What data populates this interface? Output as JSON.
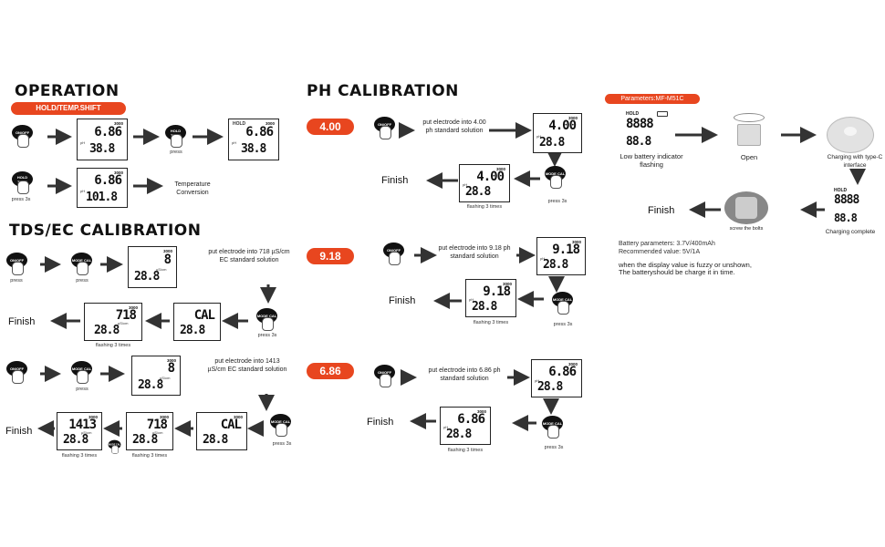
{
  "sections": {
    "operation": {
      "title": "OPERATION",
      "badge": "HOLD/TEMP.SHIFT"
    },
    "tds": {
      "title": "TDS/EC CALIBRATION"
    },
    "ph": {
      "title": "PH CALIBRATION",
      "steps": [
        "4.00",
        "9.18",
        "6.86"
      ]
    },
    "params": {
      "badge": "Parameters:MF-M51C"
    }
  },
  "buttons": {
    "onoff": "ON/OFF",
    "hold": "HOLD TEMP",
    "mode": "MODE CAL"
  },
  "text": {
    "press": "press",
    "press3s": "press 3s",
    "temp_conv": "Temperature Conversion",
    "flashing": "flashing 3 times",
    "finish": "Finish",
    "tds_718": "put electrode into 718 µS/cm EC standard solution",
    "tds_1413": "put electrode into 1413 µS/cm EC standard solution",
    "ph_400": "put electrode into 4.00 ph standard solution",
    "ph_918": "put electrode into 9.18 ph standard solution",
    "ph_686": "put electrode into 6.86 ph standard solution",
    "low_battery": "Low battery indicator flashing",
    "open": "Open",
    "charging": "Charging with type-C interface",
    "screw": "screw the bolts",
    "charging_complete": "Charging complete",
    "battery_params": "Battery parameters: 3.7V/400mAh",
    "recommended": "Recommended value: 5V/1A",
    "note_line1": "when the display value is fuzzy or unshown,",
    "note_line2": "The batteryshould be charge it in time."
  },
  "lcd": {
    "hold": "HOLD",
    "num3000": "3000",
    "ph": "pH",
    "us": "µS/cm",
    "v686": "6.86",
    "v388": "38.8",
    "v1018": "101.8",
    "v400": "4.00",
    "v918": "9.18",
    "v288": "28.8",
    "v8": "8",
    "v718": "718",
    "vcal": "CAL",
    "v1413": "1413",
    "v8888": "8888",
    "v888": "88.8"
  }
}
